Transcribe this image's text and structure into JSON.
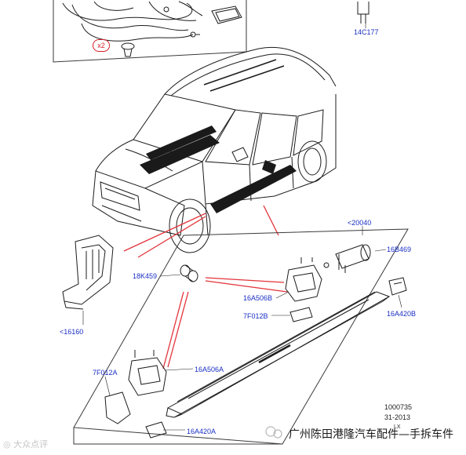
{
  "colors": {
    "callout": "#1a2fc4",
    "leader": "#e2343a",
    "line": "#1c1c1c",
    "panel_border": "#3a3a3a"
  },
  "quantity_badge": "x2",
  "parts": {
    "p14c177": "14C177",
    "p20040": "<20040",
    "p16b469": "16B469",
    "p18k459": "18K459",
    "p16a506b": "16A506B",
    "p7f012b": "7F012B",
    "p16a420b": "16A420B",
    "p16160": "<16160",
    "p7f012a": "7F012A",
    "p16a506a": "16A506A",
    "p16a420a": "16A420A"
  },
  "reference": {
    "number": "1000735",
    "date": "31-2013",
    "code": "LX"
  },
  "watermarks": {
    "left": "大众点评",
    "right": "广州陈田港隆汽车配件—手拆车件"
  }
}
